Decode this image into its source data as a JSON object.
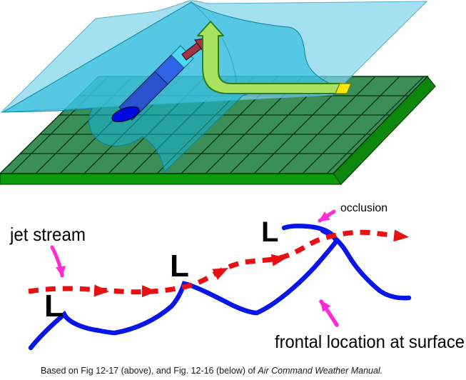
{
  "labels": {
    "jet_stream": "jet stream",
    "occlusion": "occlusion",
    "frontal_location": "frontal location at surface"
  },
  "lows": [
    "L",
    "L",
    "L"
  ],
  "caption": {
    "text": "Based on Fig 12-17 (above), and Fig. 12-16 (below) of ",
    "source": "Air Command Weather Manual."
  },
  "colors": {
    "ground_green": "#3a8e58",
    "ground_front_green": "#0a9a0a",
    "ground_side_green": "#0c870c",
    "grid_line_green": "#07320e",
    "warm_plane_cyan": "#7fd4ea",
    "frontal_surface_cyan": "#15b5d8",
    "jet_core_blue": "#2b52cc",
    "jet_core_blue_upper": "#2f63e8",
    "jet_core_tip_cyan": "#4ed8f5",
    "jet_core_end_blue": "#0009e0",
    "shear_arrow_red": "#a03545",
    "updraft_green": "#a8e25e",
    "updraft_origin_yellow": "#ffe703",
    "front_line_blue": "#0716e8",
    "jet_stream_red": "#e81010",
    "pointer_magenta": "#ff2bd4",
    "text_black": "#000000"
  }
}
